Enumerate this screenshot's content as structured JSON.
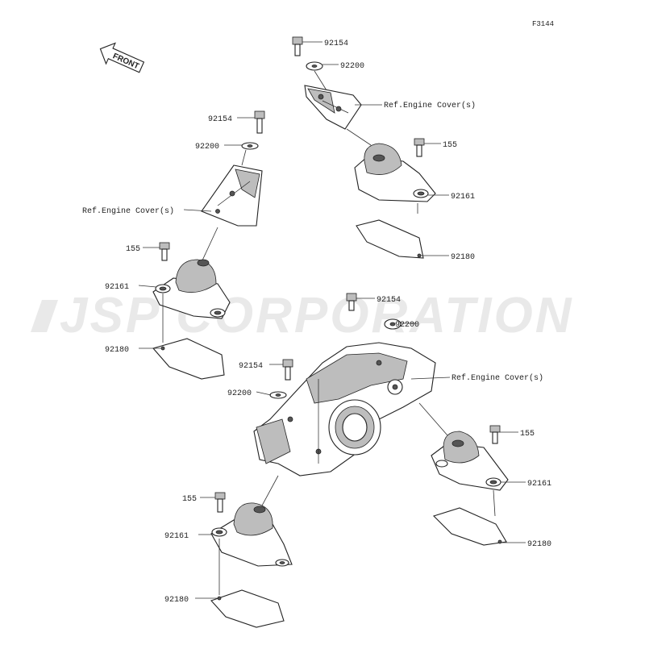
{
  "figure_id": "F3144",
  "front_label": "FRONT",
  "watermark": "JSP CORPORATION",
  "labels": {
    "tr_bolt": "92154",
    "tr_washer": "92200",
    "tr_ref": "Ref.Engine Cover(s)",
    "tr_small_bolt": "155",
    "tr_mount": "92161",
    "tr_plate": "92180",
    "tl_bolt": "92154",
    "tl_washer": "92200",
    "tl_ref": "Ref.Engine Cover(s)",
    "tl_small_bolt": "155",
    "tl_mount": "92161",
    "tl_plate": "92180",
    "c_bolt": "92154",
    "c_washer": "92200",
    "c_ref": "Ref.Engine Cover(s)",
    "c_bolt2": "92154",
    "c_washer2": "92200",
    "r_small_bolt": "155",
    "r_mount": "92161",
    "r_plate": "92180",
    "bl_small_bolt": "155",
    "bl_mount": "92161",
    "bl_plate": "92180"
  }
}
